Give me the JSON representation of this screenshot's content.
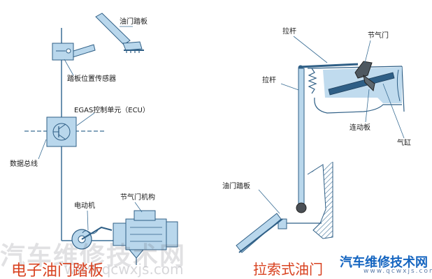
{
  "left_diagram": {
    "labels": {
      "pedal": "油门踏板",
      "pedal_sensor": "踏板位置传感器",
      "ecu": "EGAS控制单元（ECU）",
      "data_bus": "数据总线",
      "motor": "电动机",
      "throttle_mechanism": "节气门机构"
    },
    "caption": "电子油门踏板"
  },
  "right_diagram": {
    "labels": {
      "pull_rod_top": "拉杆",
      "pull_rod_left": "拉杆",
      "throttle_valve": "节气门",
      "linkage_plate": "连动板",
      "cylinder": "气缸",
      "pedal": "油门踏板"
    },
    "caption": "拉索式油门"
  },
  "watermark": {
    "text": "汽车维修技术网",
    "url": "www.qcwxjs.com"
  },
  "brand": {
    "name": "汽车维修技术网",
    "url": "www.qcwxjs.com"
  },
  "colors": {
    "part_fill": "#b9d7ec",
    "part_stroke": "#2f5f86",
    "line": "#3a6e95",
    "caption": "#d8411f",
    "brand": "#1565c0"
  }
}
